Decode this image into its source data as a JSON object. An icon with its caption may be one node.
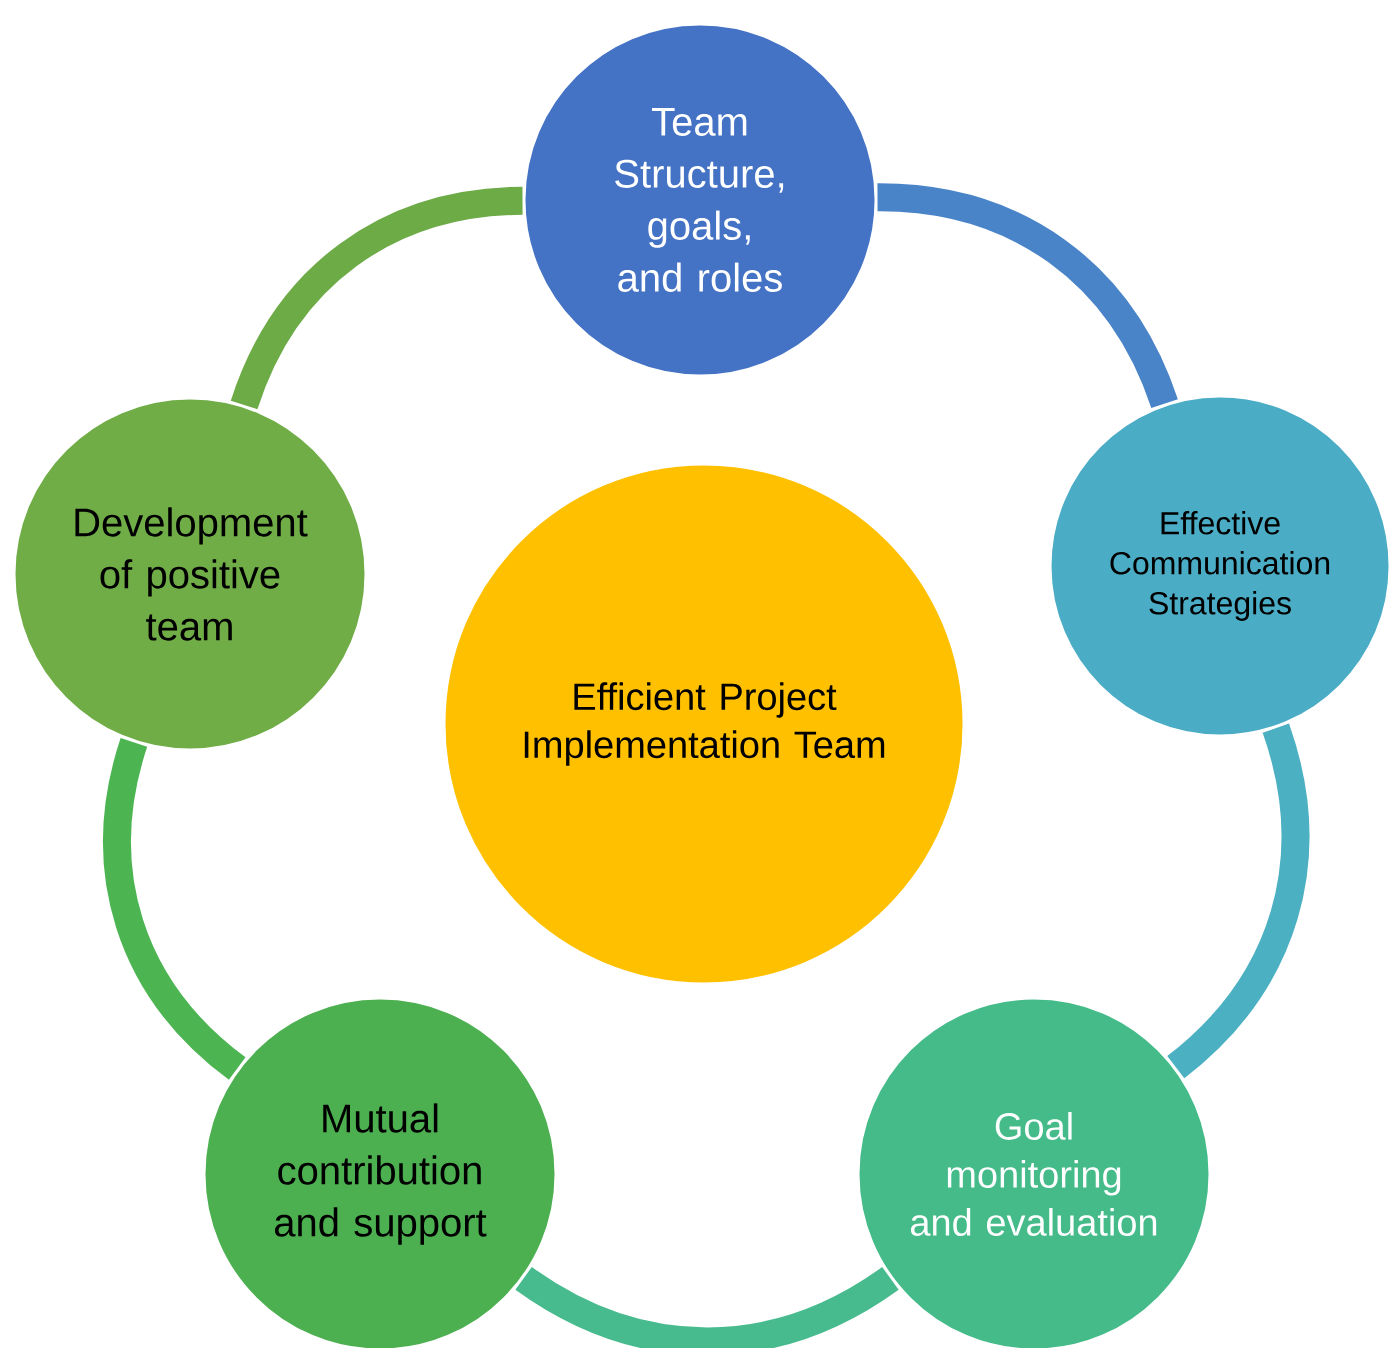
{
  "diagram": {
    "nodes": [
      {
        "text": [
          "Team Structure, goals, and roles"
        ]
      },
      {
        "text": [
          "Effective Communication Strategies"
        ]
      },
      {
        "text": [
          "Goal monitoring and evaluation"
        ]
      },
      {
        "text": [
          "Mutual contribution and support"
        ]
      },
      {
        "text": [
          "Development of positive team"
        ]
      },
      {
        "text": [
          "Efficient Project Implementation Team"
        ]
      }
    ],
    "edges": [
      {
        "from": 0,
        "to": 1,
        "arrow": "none",
        "color": "#4a84c8"
      },
      {
        "from": 1,
        "to": 2,
        "arrow": "none",
        "color": "#4bb0c2"
      },
      {
        "from": 2,
        "to": 3,
        "arrow": "none",
        "color": "#47bb8e"
      },
      {
        "from": 3,
        "to": 4,
        "arrow": "none",
        "color": "#4cb552"
      },
      {
        "from": 4,
        "to": 0,
        "arrow": "none",
        "color": "#6dab47"
      }
    ]
  }
}
